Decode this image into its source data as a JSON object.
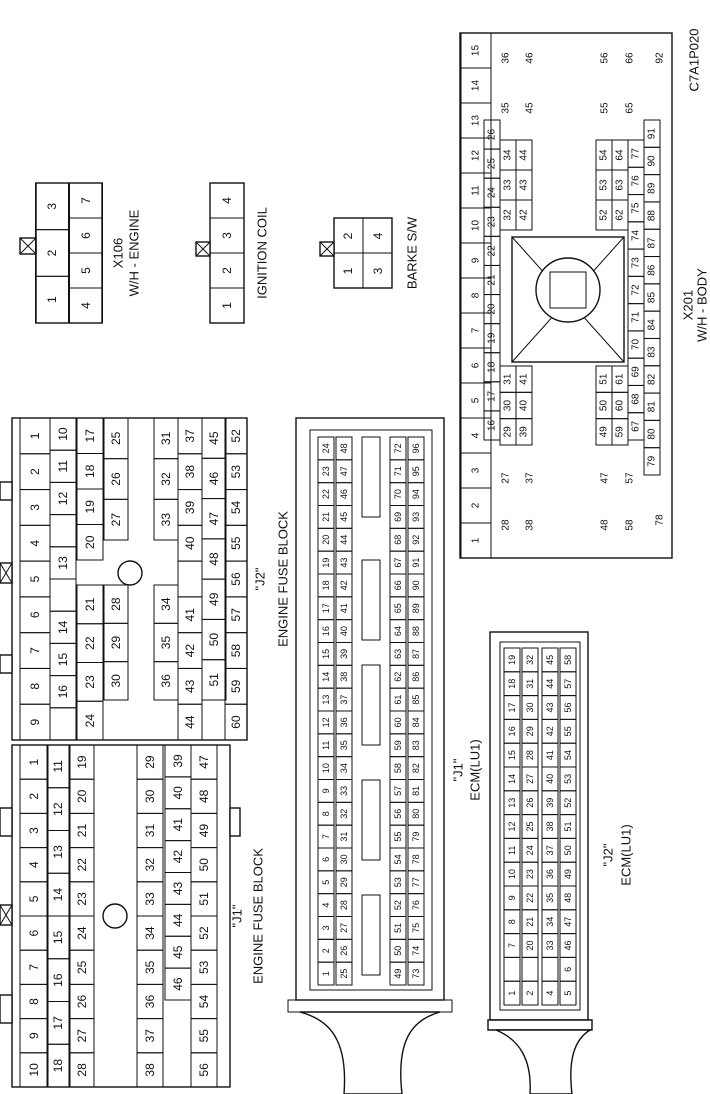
{
  "figure_code": "C7A1P020",
  "connectors": {
    "x106": {
      "code": "X106",
      "desc": "W/H - ENGINE",
      "row1": [
        "3",
        "2",
        "1"
      ],
      "row2": [
        "7",
        "6",
        "5",
        "4"
      ]
    },
    "ignition": {
      "title": "IGNITION COIL",
      "pins": [
        "4",
        "3",
        "2",
        "1"
      ]
    },
    "brake": {
      "title": "BARKE S/W",
      "row1": [
        "2",
        "1"
      ],
      "row2": [
        "4",
        "3"
      ]
    },
    "x201": {
      "code": "X201",
      "desc": "W/H - BODY",
      "top": [
        "15",
        "14",
        "13",
        "12",
        "11",
        "10",
        "9",
        "8",
        "7",
        "6",
        "5",
        "4",
        "3",
        "2",
        "1"
      ],
      "r2": [
        "26",
        "25",
        "24",
        "23",
        "22",
        "21",
        "20",
        "19",
        "18",
        "17",
        "16"
      ],
      "r3": [
        "34",
        "33",
        "32",
        "31",
        "30",
        "29"
      ],
      "r4": [
        "44",
        "43",
        "42",
        "41",
        "40",
        "39"
      ],
      "r5": [
        "54",
        "53",
        "52",
        "51",
        "50",
        "49"
      ],
      "r6": [
        "64",
        "63",
        "62",
        "61",
        "60",
        "59"
      ],
      "r7": [
        "77",
        "76",
        "75",
        "74",
        "73",
        "72",
        "71",
        "70",
        "69",
        "68",
        "67"
      ],
      "r8": [
        "91",
        "90",
        "89",
        "88",
        "87",
        "86",
        "85",
        "84",
        "83",
        "82",
        "81",
        "80",
        "79"
      ],
      "left_col": [
        "27",
        "28",
        "37",
        "38",
        "47",
        "48",
        "57",
        "58",
        "78"
      ],
      "right_col": [
        "36",
        "35",
        "46",
        "45",
        "56",
        "55",
        "66",
        "65",
        "92"
      ]
    },
    "j2_fuse": {
      "title": "\"J2\"",
      "subtitle": "ENGINE FUSE BLOCK",
      "r1": [
        "1",
        "2",
        "3",
        "4",
        "5",
        "6",
        "7",
        "8",
        "9"
      ],
      "r2": [
        "10",
        "11",
        "12",
        "",
        "13",
        "14",
        "15",
        "16"
      ],
      "r3a": [
        "17",
        "18",
        "19",
        "20"
      ],
      "r3b": [
        "21",
        "22",
        "23",
        "24"
      ],
      "r4a": [
        "25",
        "26",
        "27"
      ],
      "r4b": [
        "28",
        "29",
        "30"
      ],
      "r5a": [
        "31",
        "32",
        "33"
      ],
      "r5b": [
        "34",
        "35",
        "36"
      ],
      "r6": [
        "37",
        "38",
        "39",
        "40",
        "",
        "41",
        "42",
        "43",
        "44"
      ],
      "r7": [
        "45",
        "46",
        "47",
        "48",
        "49",
        "50",
        "51"
      ],
      "r8": [
        "52",
        "53",
        "54",
        "55",
        "56",
        "57",
        "58",
        "59",
        "60"
      ]
    },
    "j1_fuse": {
      "title": "\"J1\"",
      "subtitle": "ENGINE FUSE BLOCK",
      "r1": [
        "1",
        "2",
        "3",
        "4",
        "5",
        "6",
        "7",
        "8",
        "9",
        "10"
      ],
      "r2": [
        "11",
        "12",
        "13",
        "14",
        "15",
        "16",
        "17",
        "18"
      ],
      "r3": [
        "19",
        "20",
        "21",
        "22",
        "23",
        "24",
        "25",
        "26",
        "27",
        "28"
      ],
      "r4": [
        "29",
        "30",
        "31",
        "32",
        "33",
        "34",
        "35",
        "36",
        "37",
        "38"
      ],
      "r5": [
        "39",
        "40",
        "41",
        "42",
        "43",
        "44",
        "45",
        "46"
      ],
      "r6": [
        "47",
        "48",
        "49",
        "50",
        "51",
        "52",
        "53",
        "54",
        "55",
        "56"
      ]
    },
    "j1_ecm": {
      "title": "\"J1\"",
      "subtitle": "ECM(LU1)",
      "rows": [
        [
          "24",
          "23",
          "22",
          "21",
          "20",
          "19",
          "18",
          "17",
          "16",
          "15",
          "14",
          "13",
          "12",
          "11",
          "10",
          "9",
          "8",
          "7",
          "6",
          "5",
          "4",
          "3",
          "2",
          "1"
        ],
        [
          "48",
          "47",
          "46",
          "45",
          "44",
          "43",
          "42",
          "41",
          "40",
          "39",
          "38",
          "37",
          "36",
          "35",
          "34",
          "33",
          "32",
          "31",
          "30",
          "29",
          "28",
          "27",
          "26",
          "25"
        ],
        [
          "72",
          "71",
          "70",
          "69",
          "68",
          "67",
          "66",
          "65",
          "64",
          "63",
          "62",
          "61",
          "60",
          "59",
          "58",
          "57",
          "56",
          "55",
          "54",
          "53",
          "52",
          "51",
          "50",
          "49"
        ],
        [
          "96",
          "95",
          "94",
          "93",
          "92",
          "91",
          "90",
          "89",
          "88",
          "87",
          "86",
          "85",
          "84",
          "83",
          "82",
          "81",
          "80",
          "79",
          "78",
          "77",
          "76",
          "75",
          "74",
          "73"
        ]
      ]
    },
    "j2_ecm": {
      "title": "\"J2\"",
      "subtitle": "ECM(LU1)",
      "rows": [
        [
          "19",
          "18",
          "17",
          "16",
          "15",
          "14",
          "13",
          "12",
          "11",
          "10",
          "9",
          "8",
          "7",
          "",
          "1"
        ],
        [
          "32",
          "31",
          "30",
          "29",
          "28",
          "27",
          "26",
          "25",
          "24",
          "23",
          "22",
          "21",
          "20",
          "",
          "2"
        ],
        [
          "45",
          "44",
          "43",
          "42",
          "41",
          "40",
          "39",
          "38",
          "37",
          "36",
          "35",
          "34",
          "33",
          "",
          "4"
        ],
        [
          "58",
          "57",
          "56",
          "55",
          "54",
          "53",
          "52",
          "51",
          "50",
          "49",
          "48",
          "47",
          "46",
          "6",
          "5"
        ]
      ]
    }
  }
}
